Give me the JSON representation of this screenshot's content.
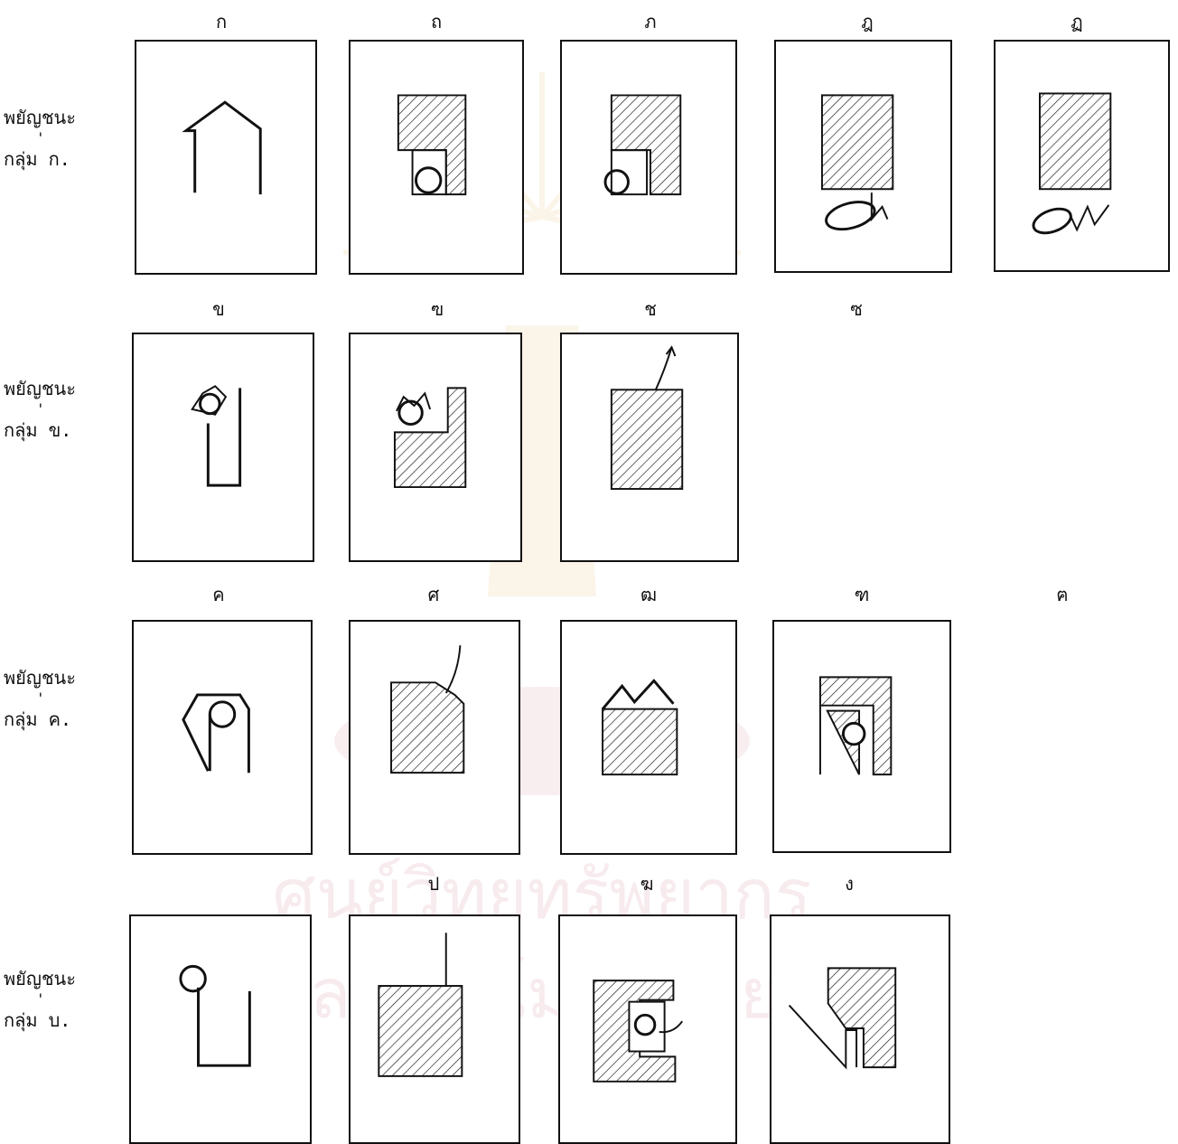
{
  "groups": [
    {
      "label": "พยัญชนะ",
      "mark": "'",
      "name": "กลุ่ม ก.",
      "letters": [
        "ก",
        "ถ",
        "ภ",
        "ฎ",
        "ฏ"
      ]
    },
    {
      "label": "พยัญชนะ",
      "mark": "'",
      "name": "กลุ่ม ข.",
      "letters": [
        "ข",
        "ฃ",
        "ช",
        "ซ"
      ]
    },
    {
      "label": "พยัญชนะ",
      "mark": "'",
      "name": "กลุ่ม ค.",
      "letters": [
        "ค",
        "ศ",
        "ฒ",
        "ฑ",
        "ฅ"
      ]
    },
    {
      "label": "พยัญชนะ",
      "mark": "'",
      "name": "กลุ่ม บ.",
      "letters": [
        "",
        "ป",
        "ฆ",
        "ง"
      ]
    }
  ],
  "watermark": {
    "line1": "ศูนย์วิทยทรัพยากร",
    "line2": "จุฬาลงกรณ์มหาวิทยาลัย"
  }
}
